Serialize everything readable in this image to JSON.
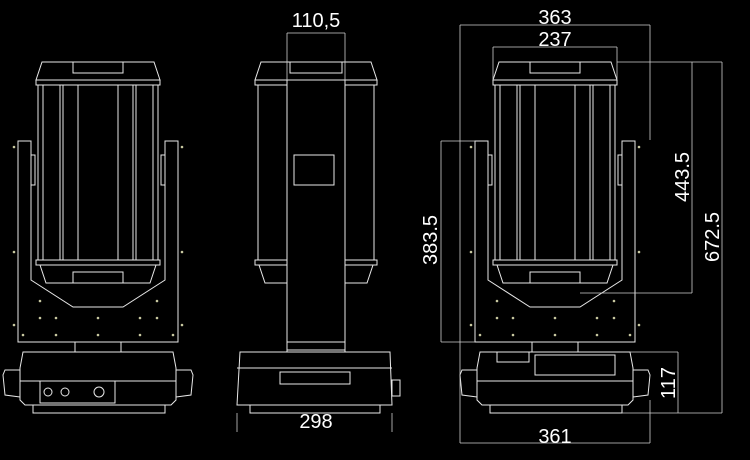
{
  "dimensions": {
    "column_width": "110,5",
    "overall_width": "363",
    "head_width": "237",
    "head_height": "443.5",
    "overall_height": "672.5",
    "yoke_height": "383.5",
    "base_height": "117",
    "base_depth": "298",
    "base_width": "361"
  }
}
